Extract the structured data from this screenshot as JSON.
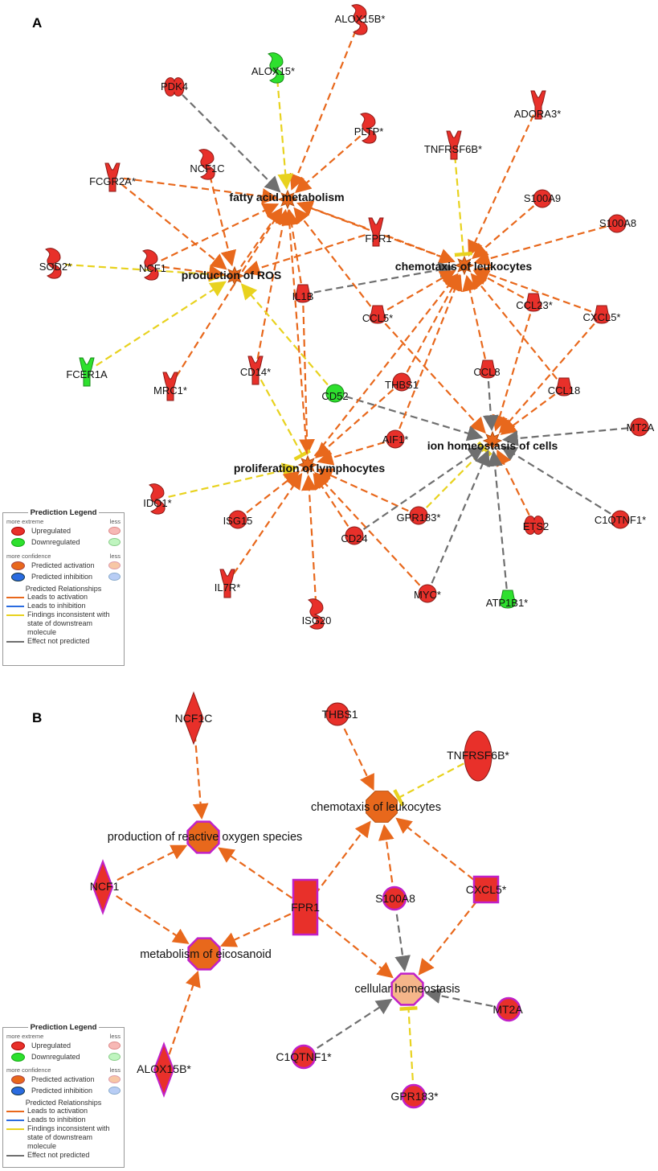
{
  "panels": {
    "a": "A",
    "b": "B"
  },
  "diagram_a": {
    "functions": [
      "fatty acid metabolism",
      "production of ROS",
      "chemotaxis of leukocytes",
      "proliferation of lymphocytes",
      "ion homeostasis of cells"
    ],
    "molecules": [
      "ALOX15B*",
      "ALOX15*",
      "PDK4",
      "PLTP*",
      "ADORA3*",
      "TNFRSF6B*",
      "FCGR2A*",
      "NCF1C",
      "S100A9",
      "S100A8",
      "FPR1",
      "SOD2*",
      "NCF1",
      "IL1B",
      "CCL5*",
      "CCL23*",
      "CXCL5*",
      "FCER1A",
      "MRC1*",
      "CD14*",
      "CD52",
      "THBS1",
      "CCL8",
      "CCL18",
      "MT2A",
      "AIF1*",
      "IDO1*",
      "ISG15",
      "GPR183*",
      "C1QTNF1*",
      "CD24",
      "ETS2",
      "IL7R*",
      "MYC*",
      "ATP1B1*",
      "ISG20"
    ]
  },
  "diagram_b": {
    "functions": [
      "chemotaxis of leukocytes",
      "production of reactive oxygen species",
      "metabolism of eicosanoid",
      "cellular homeostasis"
    ],
    "molecules": [
      "NCF1C",
      "THBS1",
      "TNFRSF6B*",
      "NCF1",
      "FPR1",
      "S100A8",
      "CXCL5*",
      "MT2A",
      "C1QTNF1*",
      "ALOX15B*",
      "GPR183*"
    ]
  },
  "legend": {
    "title": "Prediction Legend",
    "more_extreme": "more extreme",
    "less": "less",
    "upregulated": "Upregulated",
    "downregulated": "Downregulated",
    "more_confidence": "more confidence",
    "predicted_activation": "Predicted activation",
    "predicted_inhibition": "Predicted inhibition",
    "relationships_title": "Predicted Relationships",
    "leads_activation": "Leads to activation",
    "leads_inhibition": "Leads to inhibition",
    "findings_inconsistent": "Findings inconsistent with state of downstream molecule",
    "effect_not_predicted": "Effect not predicted"
  },
  "colors": {
    "upregulated": "#e8302a",
    "downregulated": "#2ee02e",
    "activation": "#e8681c",
    "inconsistent": "#e8d21e",
    "not_predicted": "#6f6f6f",
    "inhibition": "#2a6be0",
    "highlight_border": "#c020c8"
  }
}
